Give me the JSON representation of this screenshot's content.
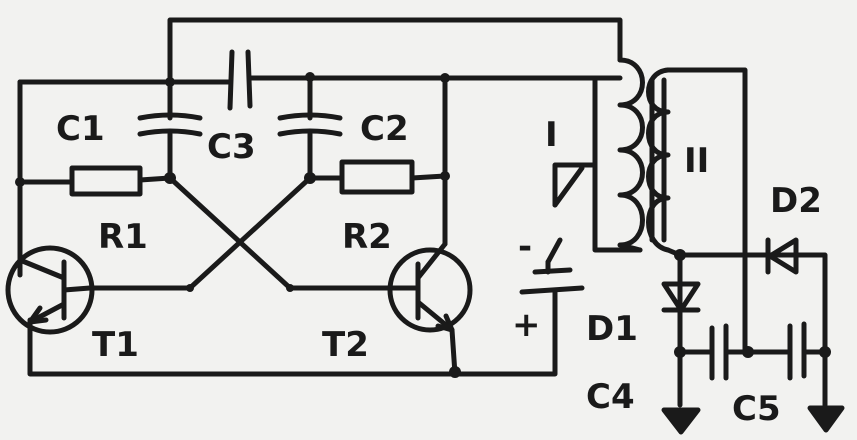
{
  "labels": {
    "c1": "C1",
    "c2": "C2",
    "c3": "C3",
    "r1": "R1",
    "r2": "R2",
    "t1": "T1",
    "t2": "T2",
    "winding_primary": "I",
    "winding_secondary": "II",
    "d1": "D1",
    "d2": "D2",
    "c4": "C4",
    "c5": "C5",
    "battery_minus": "-",
    "battery_plus": "+"
  },
  "colors": {
    "ink": "#1a1a1a",
    "paper": "#f2f2f0"
  }
}
